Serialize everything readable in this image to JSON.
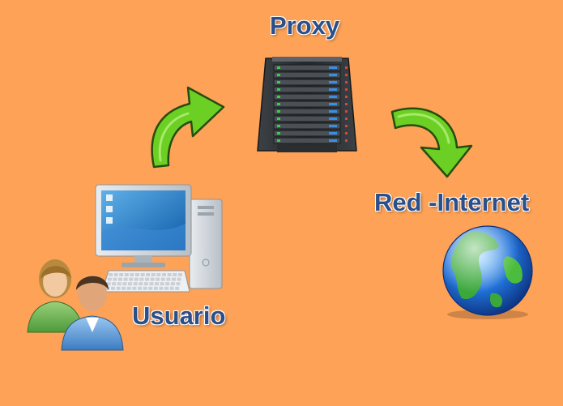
{
  "diagram": {
    "nodes": {
      "proxy": {
        "label": "Proxy",
        "icon": "server-rack-icon"
      },
      "internet": {
        "label": "Red -Internet",
        "icon": "globe-icon"
      },
      "user": {
        "label": "Usuario",
        "icon": "computer-users-icon"
      }
    },
    "edges": [
      {
        "from": "user",
        "to": "proxy",
        "icon": "green-curved-arrow-icon"
      },
      {
        "from": "proxy",
        "to": "internet",
        "icon": "green-curved-arrow-icon"
      }
    ]
  },
  "colors": {
    "background": "#fda257",
    "label": "#2b4f8a",
    "arrow": "#66cc22",
    "server": "#2f3336",
    "globe_ocean": "#1f6fd6",
    "globe_land": "#3aa83a"
  }
}
